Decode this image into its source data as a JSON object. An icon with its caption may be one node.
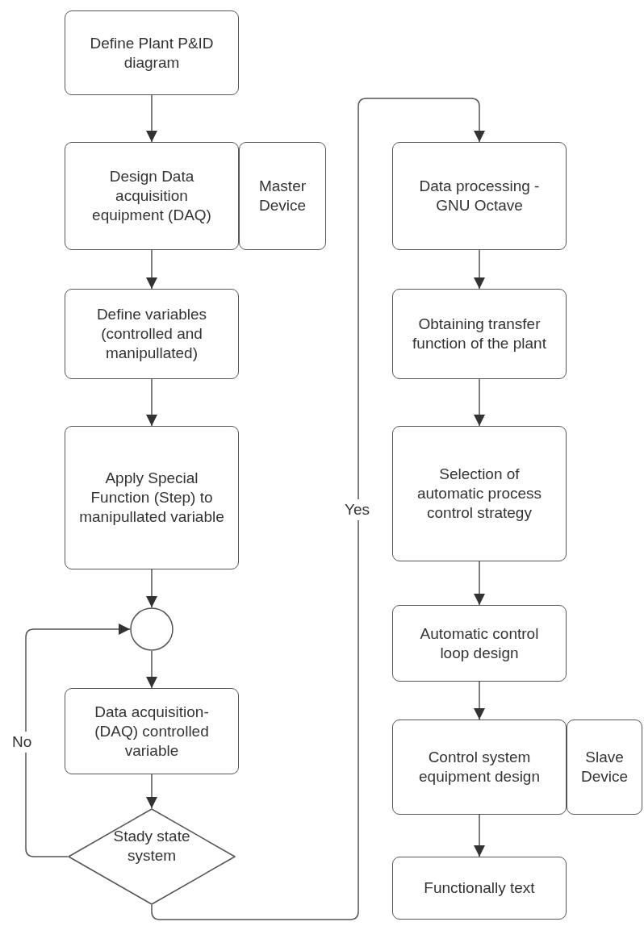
{
  "diagram": {
    "nodes": [
      {
        "text": [
          "Define Plant P&ID diagram"
        ]
      },
      {
        "text": [
          "Design Data acquisition equipment (DAQ)"
        ]
      },
      {
        "text": [
          "Master Device"
        ]
      },
      {
        "text": [
          "Define variables (controlled and manipullated)"
        ]
      },
      {
        "text": [
          "Apply Special Function (Step) to manipullated variable"
        ]
      },
      {
        "text": [],
        "shape": "circle"
      },
      {
        "text": [
          "Data acquisition- (DAQ) controlled variable"
        ]
      },
      {
        "text": [
          "Stady state system"
        ]
      },
      {
        "text": [
          "Data processing - GNU Octave"
        ]
      },
      {
        "text": [
          "Obtaining transfer function of the plant"
        ]
      },
      {
        "text": [
          "Selection of automatic process control strategy"
        ]
      },
      {
        "text": [
          "Automatic control loop design"
        ]
      },
      {
        "text": [
          "Control system equipment design"
        ]
      },
      {
        "text": [
          "Slave Device"
        ]
      },
      {
        "text": [
          "Functionally text"
        ]
      }
    ],
    "edges": [
      {
        "from": 0,
        "to": 1,
        "arrow": "to"
      },
      {
        "from": 1,
        "to": 3,
        "arrow": "to"
      },
      {
        "from": 3,
        "to": 4,
        "arrow": "to"
      },
      {
        "from": 4,
        "to": 5,
        "arrow": "to"
      },
      {
        "from": 5,
        "to": 6,
        "arrow": "to"
      },
      {
        "from": 6,
        "to": 7,
        "arrow": "to"
      },
      {
        "from": 7,
        "to": 5,
        "arrow": "to",
        "label": "No"
      },
      {
        "from": 7,
        "to": 8,
        "arrow": "to",
        "label": "Yes"
      },
      {
        "from": 8,
        "to": 9,
        "arrow": "to"
      },
      {
        "from": 9,
        "to": 10,
        "arrow": "to"
      },
      {
        "from": 10,
        "to": 11,
        "arrow": "to"
      },
      {
        "from": 11,
        "to": 12,
        "arrow": "to"
      },
      {
        "from": 12,
        "to": 14,
        "arrow": "to"
      }
    ]
  }
}
